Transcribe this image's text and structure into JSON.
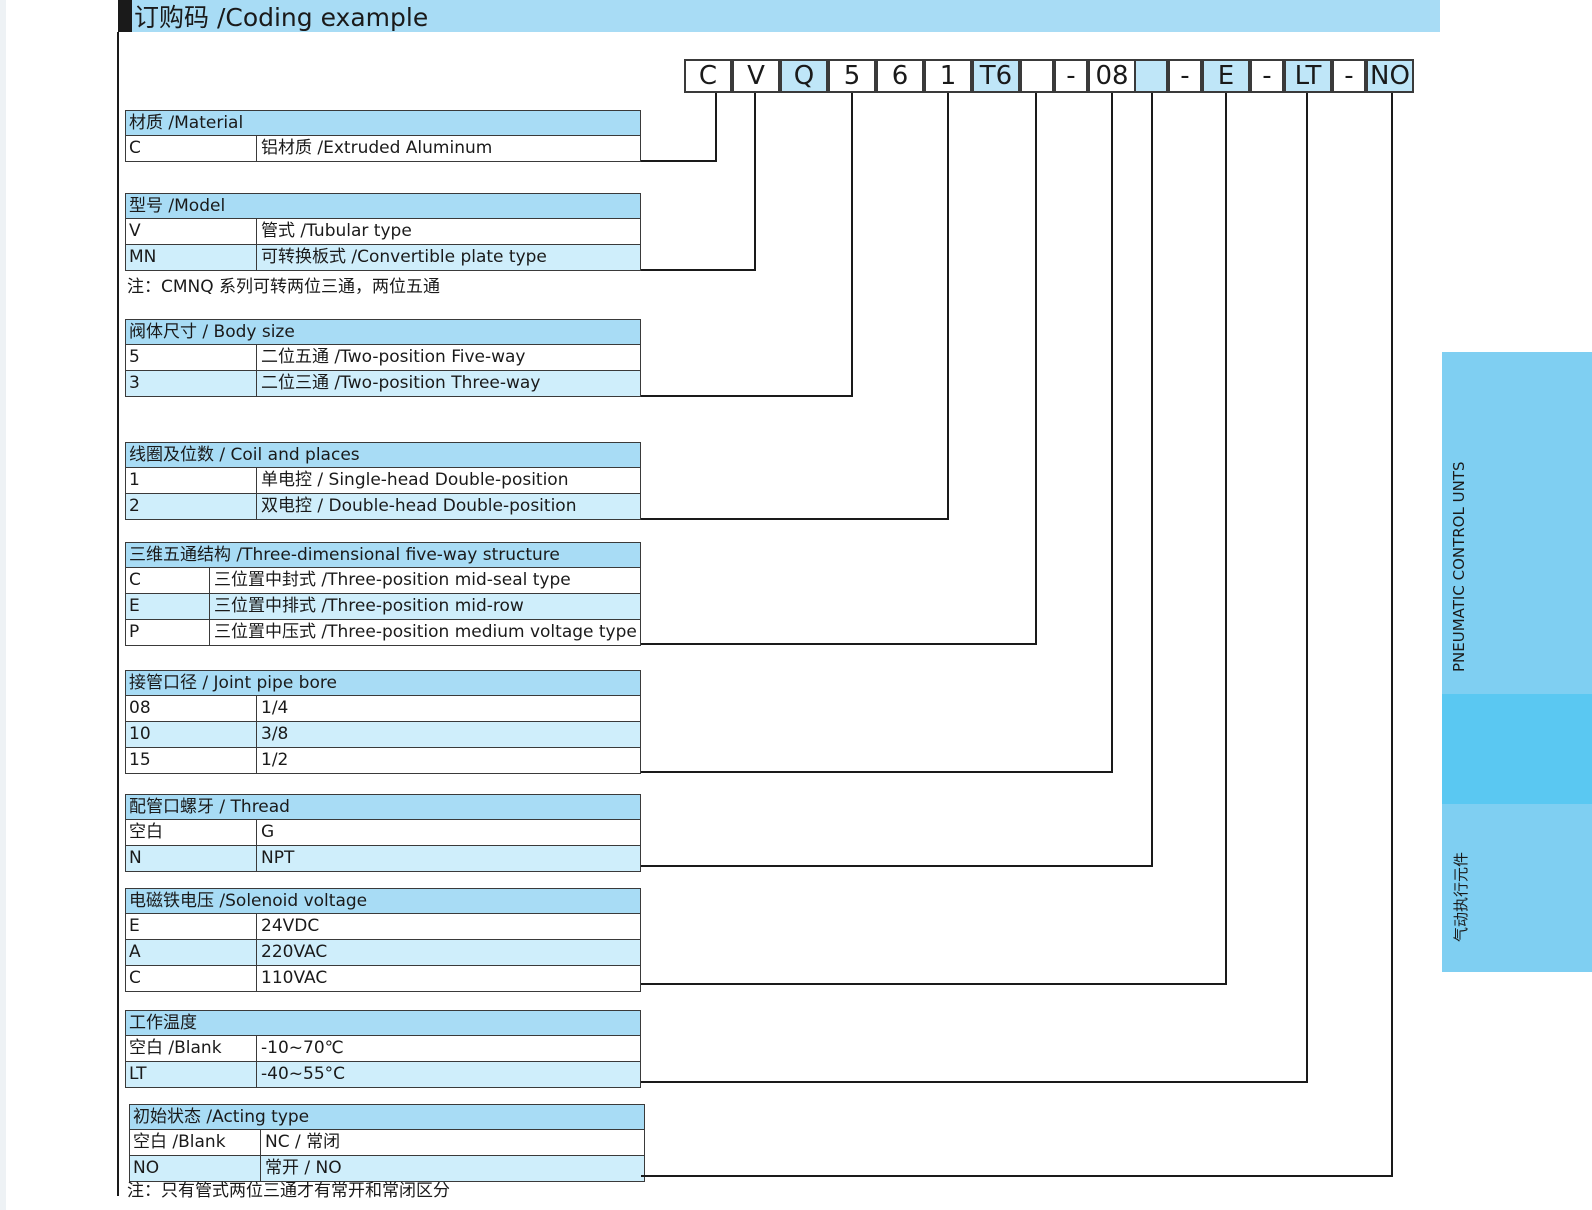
{
  "header": {
    "title": "订购码 /Coding example"
  },
  "code": [
    {
      "text": "C",
      "blue": false
    },
    {
      "text": "V",
      "blue": false
    },
    {
      "text": "Q",
      "blue": true
    },
    {
      "text": "5",
      "blue": false
    },
    {
      "text": "6",
      "blue": false
    },
    {
      "text": "1",
      "blue": false
    },
    {
      "text": "T6",
      "blue": true
    },
    {
      "text": "",
      "blue": false
    },
    {
      "text": "-",
      "blue": false
    },
    {
      "text": "08",
      "blue": false
    },
    {
      "text": "",
      "blue": true
    },
    {
      "text": "-",
      "blue": false
    },
    {
      "text": "E",
      "blue": true
    },
    {
      "text": "-",
      "blue": false
    },
    {
      "text": "LT",
      "blue": true
    },
    {
      "text": "-",
      "blue": false
    },
    {
      "text": "NO",
      "blue": true
    }
  ],
  "tables": [
    {
      "title": "材质 /Material",
      "rows": [
        [
          "C",
          "铝材质 /Extruded Aluminum"
        ]
      ],
      "note": ""
    },
    {
      "title": "型号 /Model",
      "rows": [
        [
          "V",
          "管式 /Tubular type"
        ],
        [
          "MN",
          "可转换板式 /Convertible plate type"
        ]
      ],
      "note": "注：CMNQ 系列可转两位三通，两位五通"
    },
    {
      "title": "阀体尺寸 / Body size",
      "rows": [
        [
          "5",
          "二位五通 /Two-position Five-way"
        ],
        [
          "3",
          "二位三通 /Two-position Three-way"
        ]
      ],
      "note": ""
    },
    {
      "title": "线圈及位数 / Coil and places",
      "rows": [
        [
          "1",
          "单电控 / Single-head Double-position"
        ],
        [
          "2",
          "双电控 / Double-head Double-position"
        ]
      ],
      "note": ""
    },
    {
      "title": "三维五通结构 /Three-dimensional five-way structure",
      "rows": [
        [
          "C",
          "三位置中封式 /Three-position mid-seal type"
        ],
        [
          "E",
          "三位置中排式 /Three-position mid-row"
        ],
        [
          "P",
          "三位置中压式 /Three-position medium voltage type"
        ]
      ],
      "note": ""
    },
    {
      "title": "接管口径 / Joint pipe bore",
      "rows": [
        [
          "08",
          "1/4"
        ],
        [
          "10",
          "3/8"
        ],
        [
          "15",
          "1/2"
        ]
      ],
      "note": ""
    },
    {
      "title": "配管口螺牙 / Thread",
      "rows": [
        [
          "空白",
          "G"
        ],
        [
          "N",
          "NPT"
        ]
      ],
      "note": ""
    },
    {
      "title": "电磁铁电压 /Solenoid voltage",
      "rows": [
        [
          "E",
          "24VDC"
        ],
        [
          "A",
          "220VAC"
        ],
        [
          "C",
          "110VAC"
        ]
      ],
      "note": ""
    },
    {
      "title": "工作温度",
      "rows": [
        [
          "空白 /Blank",
          "-10~70℃"
        ],
        [
          "LT",
          "-40~55°C"
        ]
      ],
      "note": ""
    },
    {
      "title": "初始状态 /Acting type",
      "rows": [
        [
          "空白 /Blank",
          "NC / 常闭"
        ],
        [
          "NO",
          "常开 / NO"
        ]
      ],
      "note": "注：只有管式两位三通才有常开和常闭区分"
    }
  ],
  "side": {
    "label_en": "PNEUMATIC CONTROL UNTS",
    "label_cn": "气动执行元件",
    "color_light": "#7fcff2",
    "color_dark": "#5ac8f2"
  }
}
